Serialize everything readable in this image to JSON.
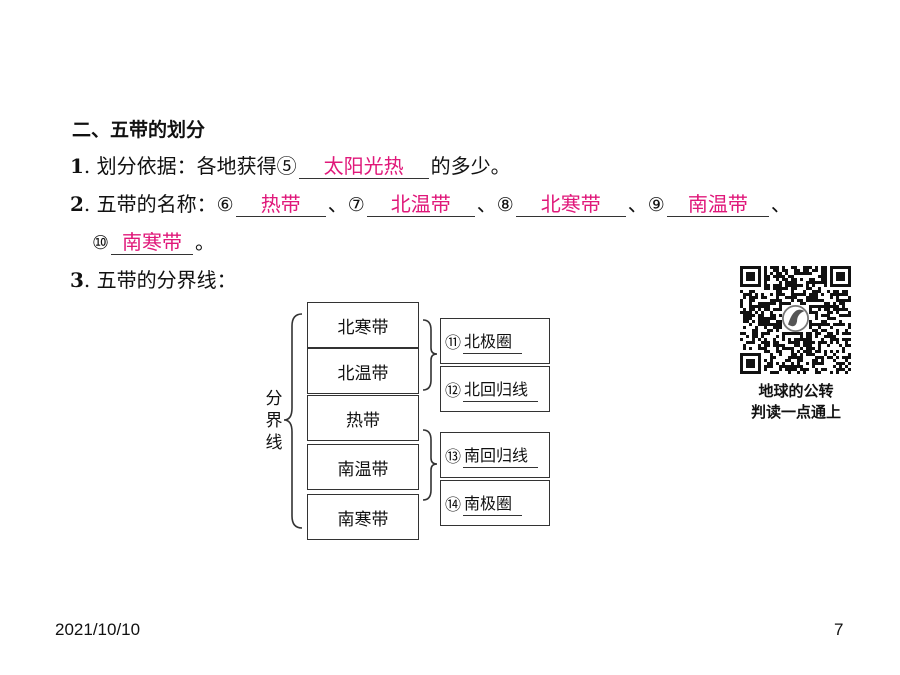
{
  "section_title": "二、五带的划分",
  "q1": {
    "num": "1",
    "label": "划分依据：各地获得⑤",
    "answer": "太阳光热",
    "suffix": "的多少。"
  },
  "q2": {
    "num": "2",
    "label": "五带的名称：",
    "items": [
      {
        "mark": "⑥",
        "answer": "热带"
      },
      {
        "mark": "⑦",
        "answer": "北温带"
      },
      {
        "mark": "⑧",
        "answer": "北寒带"
      },
      {
        "mark": "⑨",
        "answer": "南温带"
      },
      {
        "mark": "⑩",
        "answer": "南寒带"
      }
    ],
    "sep": "、",
    "end": "。"
  },
  "q3": {
    "num": "3",
    "label": "五带的分界线："
  },
  "diagram": {
    "side_label_chars": [
      "分",
      "界",
      "线"
    ],
    "zones": [
      "北寒带",
      "北温带",
      "热带",
      "南温带",
      "南寒带"
    ],
    "lines": [
      {
        "mark": "⑪",
        "name": "北极圈"
      },
      {
        "mark": "⑫",
        "name": "北回归线"
      },
      {
        "mark": "⑬",
        "name": "南回归线"
      },
      {
        "mark": "⑭",
        "name": "南极圈"
      }
    ]
  },
  "qr": {
    "caption_line1": "地球的公转",
    "caption_line2": "判读一点通上"
  },
  "footer": {
    "date": "2021/10/10",
    "page": "7"
  },
  "colors": {
    "answer": "#e0187a",
    "text": "#111111"
  }
}
